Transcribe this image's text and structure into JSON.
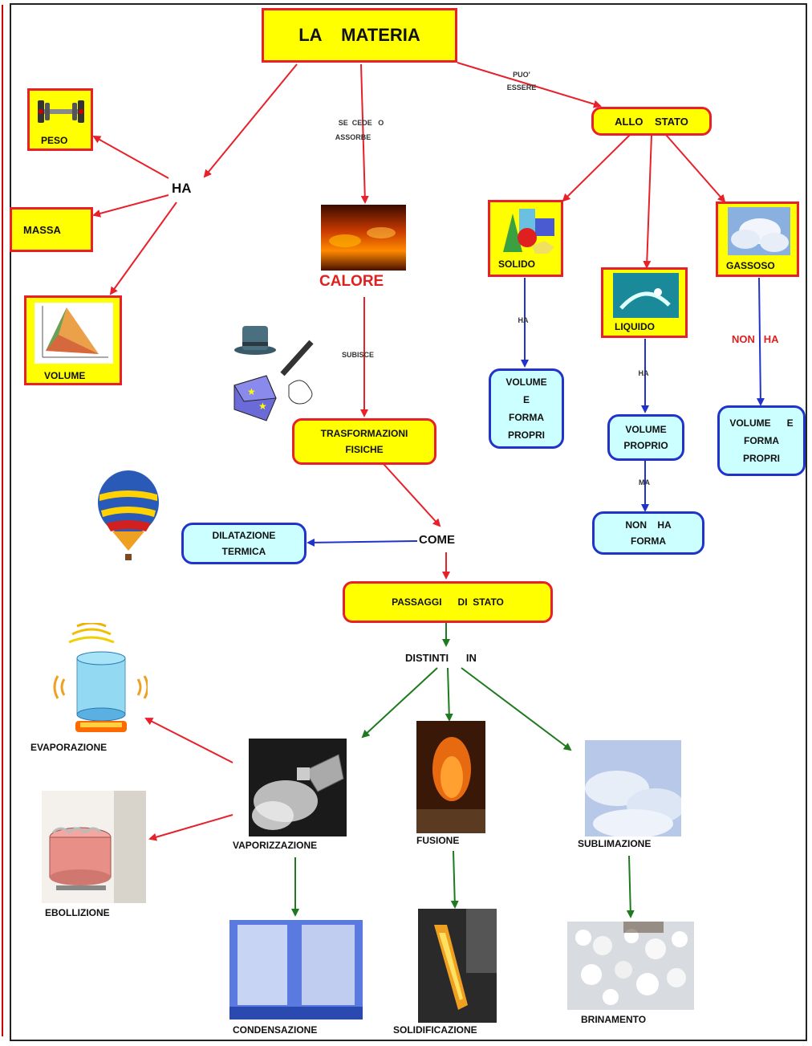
{
  "title": "LA    MATERIA",
  "left": {
    "ha": "HA",
    "peso": "PESO",
    "massa": "MASSA",
    "volume": "VOLUME"
  },
  "center": {
    "se_cede_o": "SE  CEDE   O",
    "assorbe": "ASSORBE",
    "calore": "CALORE",
    "subisce": "SUBISCE",
    "trasformazioni_1": "TRASFORMAZIONI",
    "trasformazioni_2": "FISICHE",
    "come": "COME",
    "dilatazione_1": "DILATAZIONE",
    "dilatazione_2": "TERMICA",
    "passaggi": "PASSAGGI      DI  STATO",
    "distinti": "DISTINTI      IN"
  },
  "right": {
    "puo": "PUO'",
    "essere": "ESSERE",
    "allo_stato": "ALLO    STATO",
    "solido": "SOLIDO",
    "liquido": "LIQUIDO",
    "gassoso": "GASSOSO",
    "ha_solido": "HA",
    "ha_liquido": "HA",
    "non_ha": "NON   HA",
    "solido_box": [
      "VOLUME",
      "E",
      "FORMA",
      "PROPRI"
    ],
    "liquido_box": [
      "VOLUME",
      "PROPRIO"
    ],
    "ma": "MA",
    "non_ha_forma": [
      "NON    HA",
      "FORMA"
    ],
    "gassoso_box": [
      "VOLUME      E",
      "FORMA",
      "PROPRI"
    ]
  },
  "bottom": {
    "evaporazione": "EVAPORAZIONE",
    "ebollizione": "EBOLLIZIONE",
    "vaporizzazione": "VAPORIZZAZIONE",
    "fusione": "FUSIONE",
    "sublimazione": "SUBLIMAZIONE",
    "condensazione": "CONDENSAZIONE",
    "solidificazione": "SOLIDIFICAZIONE",
    "brinamento": "BRINAMENTO"
  },
  "colors": {
    "yellow": "#ffff00",
    "red": "#e8202a",
    "blue": "#2233cc",
    "cyan": "#ccffff",
    "green": "#1e7a1e"
  }
}
